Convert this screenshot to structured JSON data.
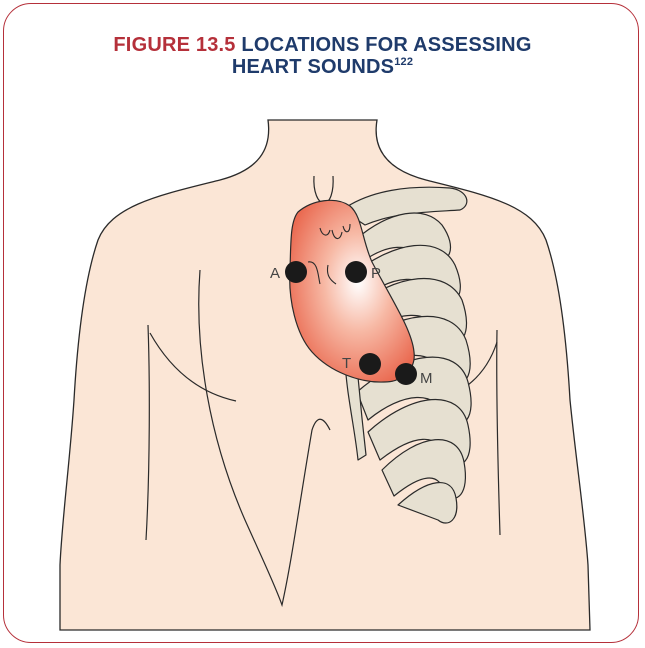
{
  "figure": {
    "number": "FIGURE 13.5",
    "title_line1": "LOCATIONS FOR ASSESSING",
    "title_line2": "HEART SOUNDS",
    "reference": "122"
  },
  "markers": [
    {
      "id": "aortic",
      "label": "A"
    },
    {
      "id": "pulmonic",
      "label": "P"
    },
    {
      "id": "tricuspid",
      "label": "T"
    },
    {
      "id": "mitral",
      "label": "M"
    }
  ],
  "colors": {
    "frame": "#b5303a",
    "figure_number": "#b5303a",
    "title": "#1f3b6b",
    "skin": "#fbe6d6",
    "heart": "#ea6b52",
    "ribs": "#e6e0d1",
    "marker": "#1a1a1a"
  }
}
